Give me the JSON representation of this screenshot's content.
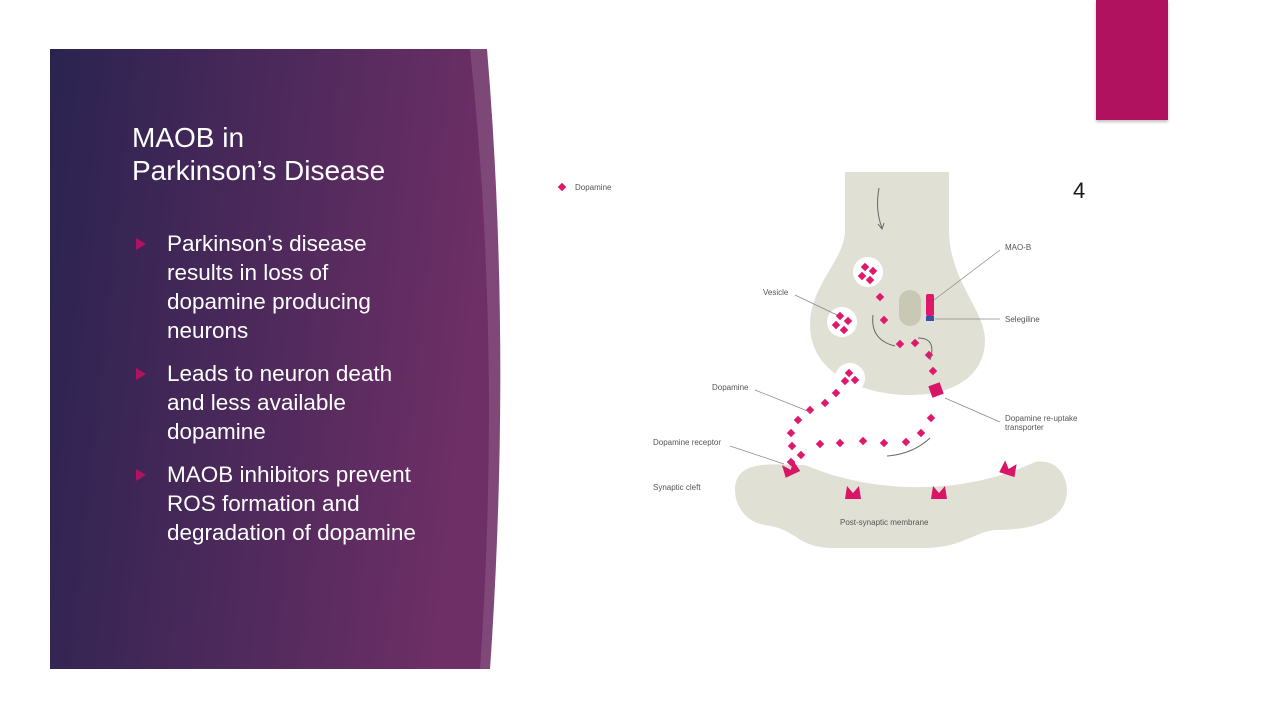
{
  "colors": {
    "accent": "#b0125f",
    "panel_dark": "#2a2350",
    "panel_light": "#6e2f66",
    "membrane": "#e1e0d5",
    "dopamine": "#e0186c",
    "receptor": "#d91566",
    "maob_blue": "#3b4fa8"
  },
  "slide": {
    "title_line1": "MAOB in",
    "title_line2": "Parkinson’s Disease",
    "page_number": "4",
    "bullets": [
      {
        "text": "Parkinson’s disease results in loss of dopamine producing neurons"
      },
      {
        "text": "Leads to neuron death and less available dopamine"
      },
      {
        "text": "MAOB inhibitors prevent ROS formation and degradation of dopamine"
      }
    ]
  },
  "diagram": {
    "legend_label": "Dopamine",
    "labels": {
      "vesicle": "Vesicle",
      "maob": "MAO-B",
      "selegiline": "Selegiline",
      "dopamine": "Dopamine",
      "reuptake_line1": "Dopamine re-uptake",
      "reuptake_line2": "transporter",
      "receptor": "Dopamine receptor",
      "cleft": "Synaptic cleft",
      "postsynaptic": "Post-synaptic membrane"
    }
  }
}
